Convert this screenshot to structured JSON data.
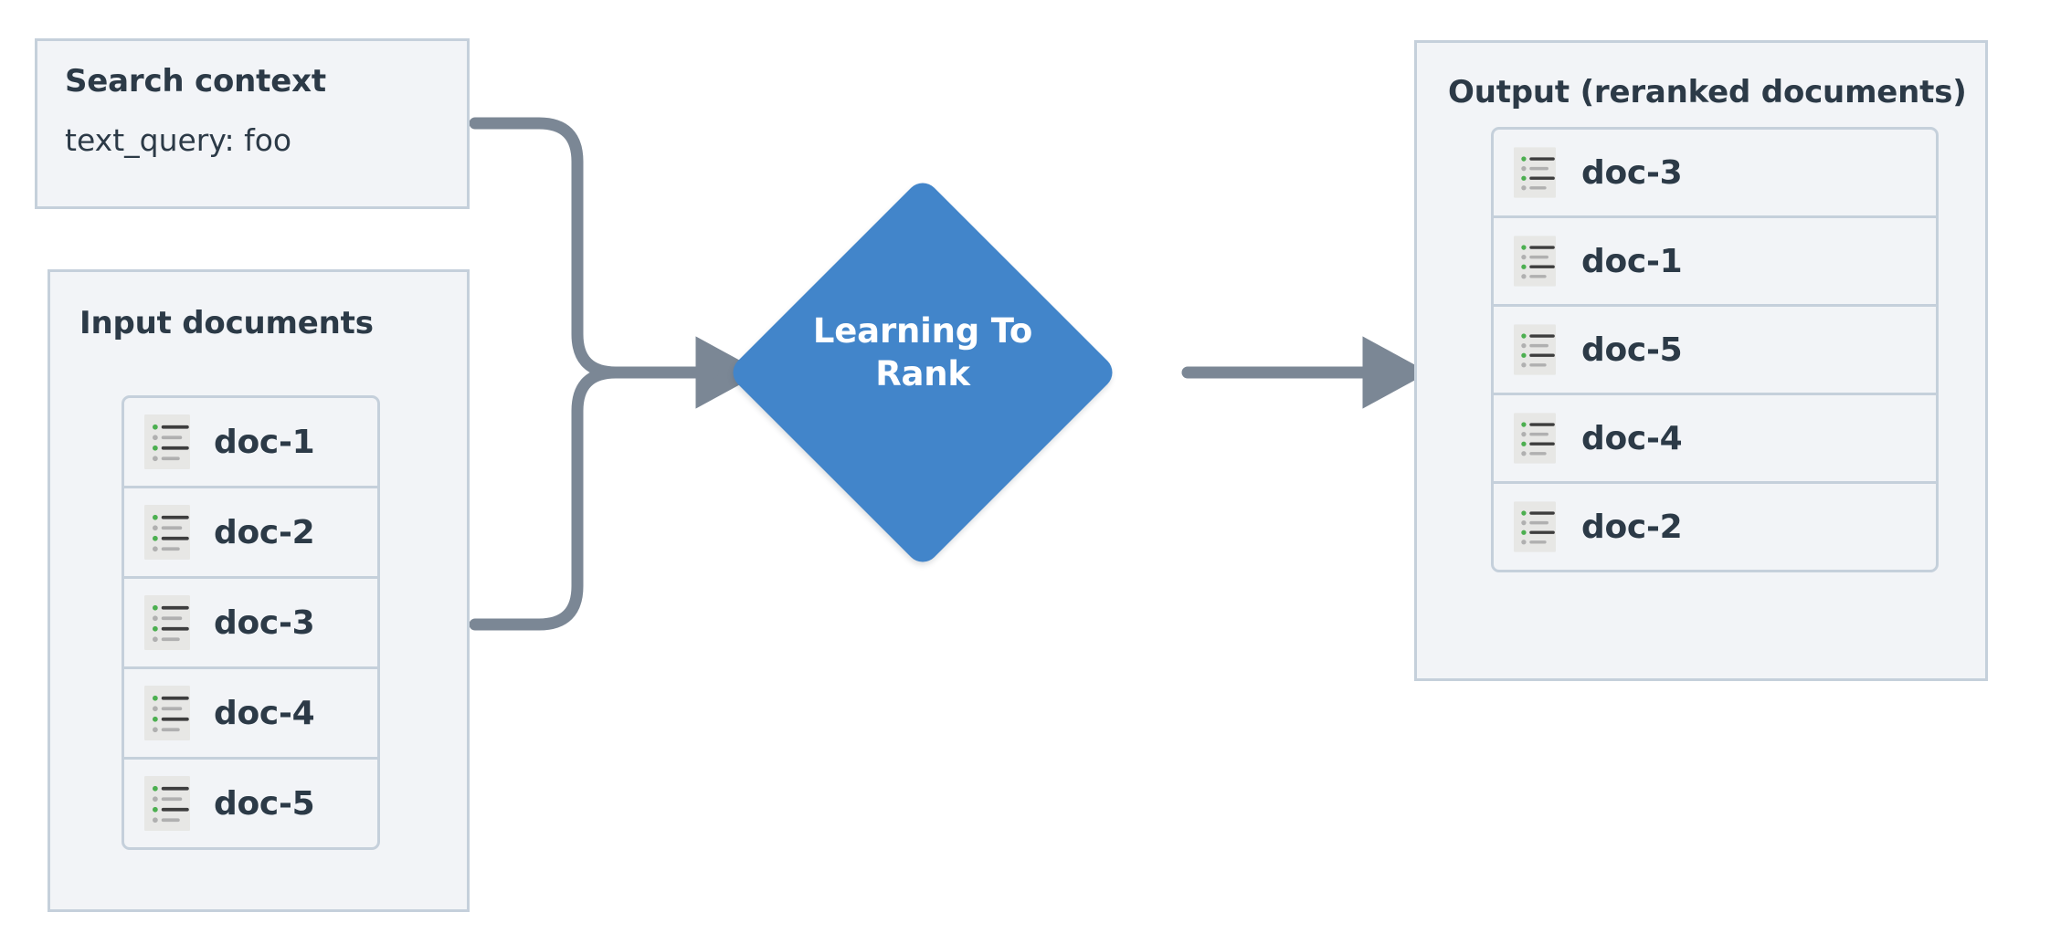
{
  "diagram": {
    "title": "Learning To Rank reranking flow",
    "colors": {
      "panel_fill": "#f2f4f7",
      "panel_border": "#c5d0db",
      "text": "#2c3a47",
      "node_blue": "#4285ca",
      "node_text": "#ffffff",
      "connector": "#7b8795",
      "icon_bg": "#e7e7e5",
      "icon_green": "#4caf50",
      "icon_gray": "#b0b0b0",
      "icon_line_dark": "#3d3d3d"
    }
  },
  "search_context": {
    "title": "Search context",
    "field_line": "text_query: foo"
  },
  "input_documents": {
    "title": "Input documents",
    "items": [
      {
        "label": "doc-1",
        "icon": "document-list-icon"
      },
      {
        "label": "doc-2",
        "icon": "document-list-icon"
      },
      {
        "label": "doc-3",
        "icon": "document-list-icon"
      },
      {
        "label": "doc-4",
        "icon": "document-list-icon"
      },
      {
        "label": "doc-5",
        "icon": "document-list-icon"
      }
    ]
  },
  "process_node": {
    "label_line_1": "Learning To",
    "label_line_2": "Rank",
    "shape": "diamond"
  },
  "output_documents": {
    "title": "Output (reranked documents)",
    "items": [
      {
        "label": "doc-3",
        "icon": "document-list-icon"
      },
      {
        "label": "doc-1",
        "icon": "document-list-icon"
      },
      {
        "label": "doc-5",
        "icon": "document-list-icon"
      },
      {
        "label": "doc-4",
        "icon": "document-list-icon"
      },
      {
        "label": "doc-2",
        "icon": "document-list-icon"
      }
    ]
  },
  "connectors": [
    {
      "name": "search-context-to-node",
      "from": "search_context",
      "to": "process_node",
      "style": "elbow-merge-arrow"
    },
    {
      "name": "input-documents-to-node",
      "from": "input_documents",
      "to": "process_node",
      "style": "elbow-merge-arrow"
    },
    {
      "name": "node-to-output",
      "from": "process_node",
      "to": "output_documents",
      "style": "straight-arrow"
    }
  ]
}
